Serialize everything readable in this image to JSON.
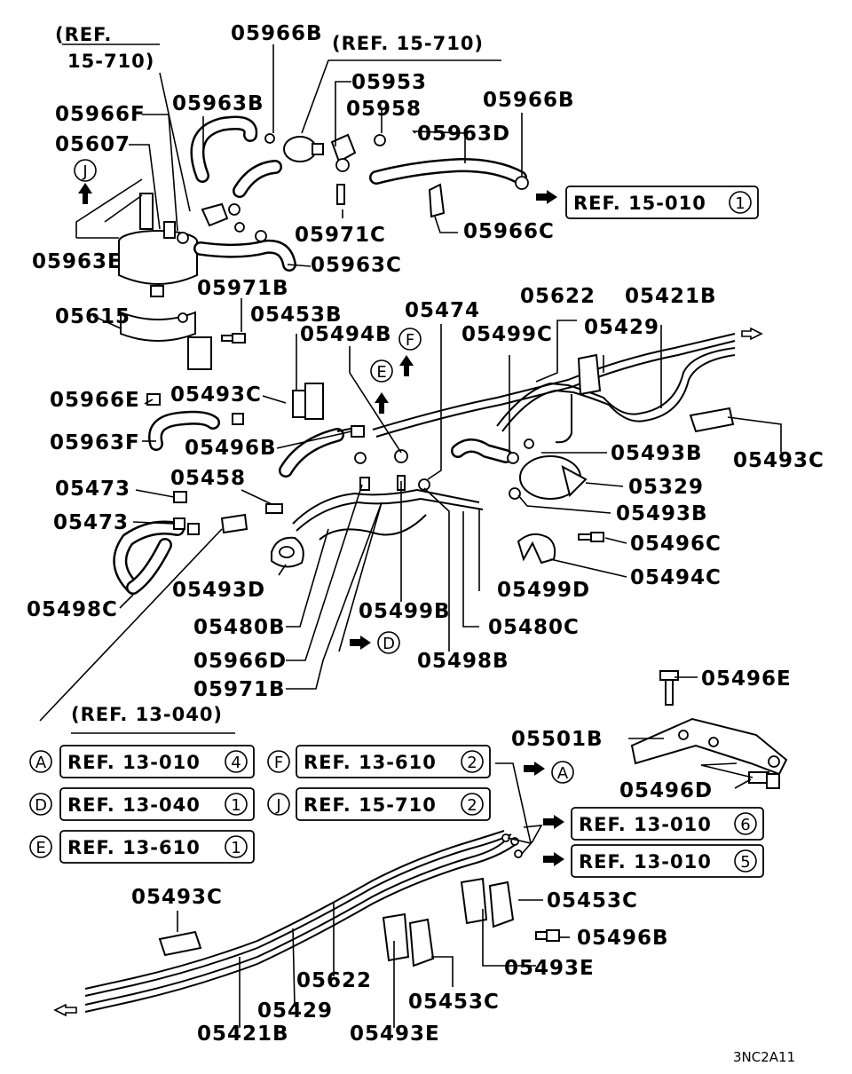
{
  "diagram": {
    "labels": {
      "l05966B_a": "05966B",
      "l05953": "05953",
      "l05958": "05958",
      "l05966B_b": "05966B",
      "l05963D": "05963D",
      "l05963B": "05963B",
      "l05966F": "05966F",
      "l05607": "05607",
      "l05963E": "05963E",
      "l05971C": "05971C",
      "l05963C": "05963C",
      "l05966C": "05966C",
      "l05615": "05615",
      "l05971B_a": "05971B",
      "l05453B": "05453B",
      "l05474": "05474",
      "l05622_a": "05622",
      "l05421B_a": "05421B",
      "l05429_a": "05429",
      "l05494B": "05494B",
      "l05499C": "05499C",
      "l05966E": "05966E",
      "l05493C_a": "05493C",
      "l05963F": "05963F",
      "l05496B_a": "05496B",
      "l05493B_a": "05493B",
      "l05493C_b": "05493C",
      "l05473_a": "05473",
      "l05458": "05458",
      "l05329": "05329",
      "l05473_b": "05473",
      "l05493B_b": "05493B",
      "l05496C": "05496C",
      "l05494C": "05494C",
      "l05493D": "05493D",
      "l05499D": "05499D",
      "l05498C": "05498C",
      "l05499B": "05499B",
      "l05480B": "05480B",
      "l05480C": "05480C",
      "l05966D": "05966D",
      "l05498B": "05498B",
      "l05971B_b": "05971B",
      "l05496E": "05496E",
      "l05501B": "05501B",
      "l05496D": "05496D",
      "l05493C_c": "05493C",
      "l05453C_a": "05453C",
      "l05496B_b": "05496B",
      "l05493E_a": "05493E",
      "l05622_b": "05622",
      "l05429_b": "05429",
      "l05453C_b": "05453C",
      "l05421B_b": "05421B",
      "l05493E_b": "05493E"
    },
    "refs": {
      "ref_top_left_1": "(REF.",
      "ref_top_left_2": "15-710)",
      "ref_top_mid": "(REF. 15-710)",
      "ref_13_040": "(REF. 13-040)"
    },
    "ref_boxes": {
      "box_15_010": {
        "text": "REF. 15-010",
        "num": "1"
      },
      "box_A": {
        "key": "A",
        "text": "REF. 13-010",
        "num": "4"
      },
      "box_D": {
        "key": "D",
        "text": "REF. 13-040",
        "num": "1"
      },
      "box_E": {
        "key": "E",
        "text": "REF. 13-610",
        "num": "1"
      },
      "box_F": {
        "key": "F",
        "text": "REF. 13-610",
        "num": "2"
      },
      "box_J": {
        "key": "J",
        "text": "REF. 15-710",
        "num": "2"
      },
      "box_13_010_6": {
        "text": "REF. 13-010",
        "num": "6"
      },
      "box_13_010_5": {
        "text": "REF. 13-010",
        "num": "5"
      }
    },
    "markers": {
      "m_J": "J",
      "m_F": "F",
      "m_E": "E",
      "m_D": "D",
      "m_A": "A"
    },
    "code": "3NC2A11"
  }
}
